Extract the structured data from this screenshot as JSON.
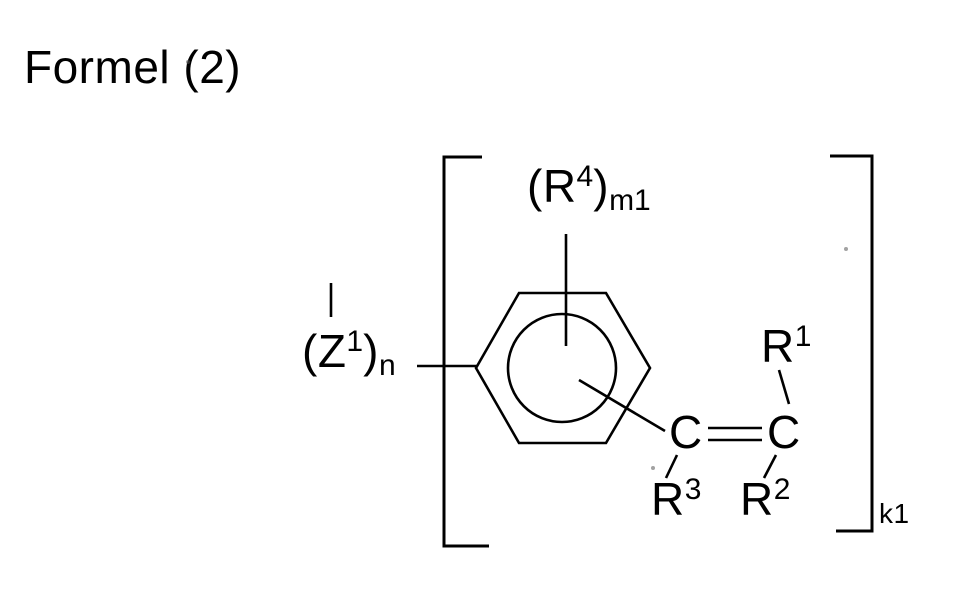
{
  "title": "Formel (2)",
  "formula": {
    "r4_group": {
      "open": "(R",
      "sup": "4",
      "close": ")",
      "sub": "m1"
    },
    "z1_group": {
      "open": "(Z",
      "sup": "1",
      "close": ")",
      "sub": "n"
    },
    "carbon_left": "C",
    "carbon_right": "C",
    "r1_group": {
      "base": "R",
      "sup": "1"
    },
    "r2_group": {
      "base": "R",
      "sup": "2"
    },
    "r3_group": {
      "base": "R",
      "sup": "3"
    },
    "bracket_subscript": "k1"
  },
  "colors": {
    "ink": "#000000",
    "background": "#ffffff"
  }
}
